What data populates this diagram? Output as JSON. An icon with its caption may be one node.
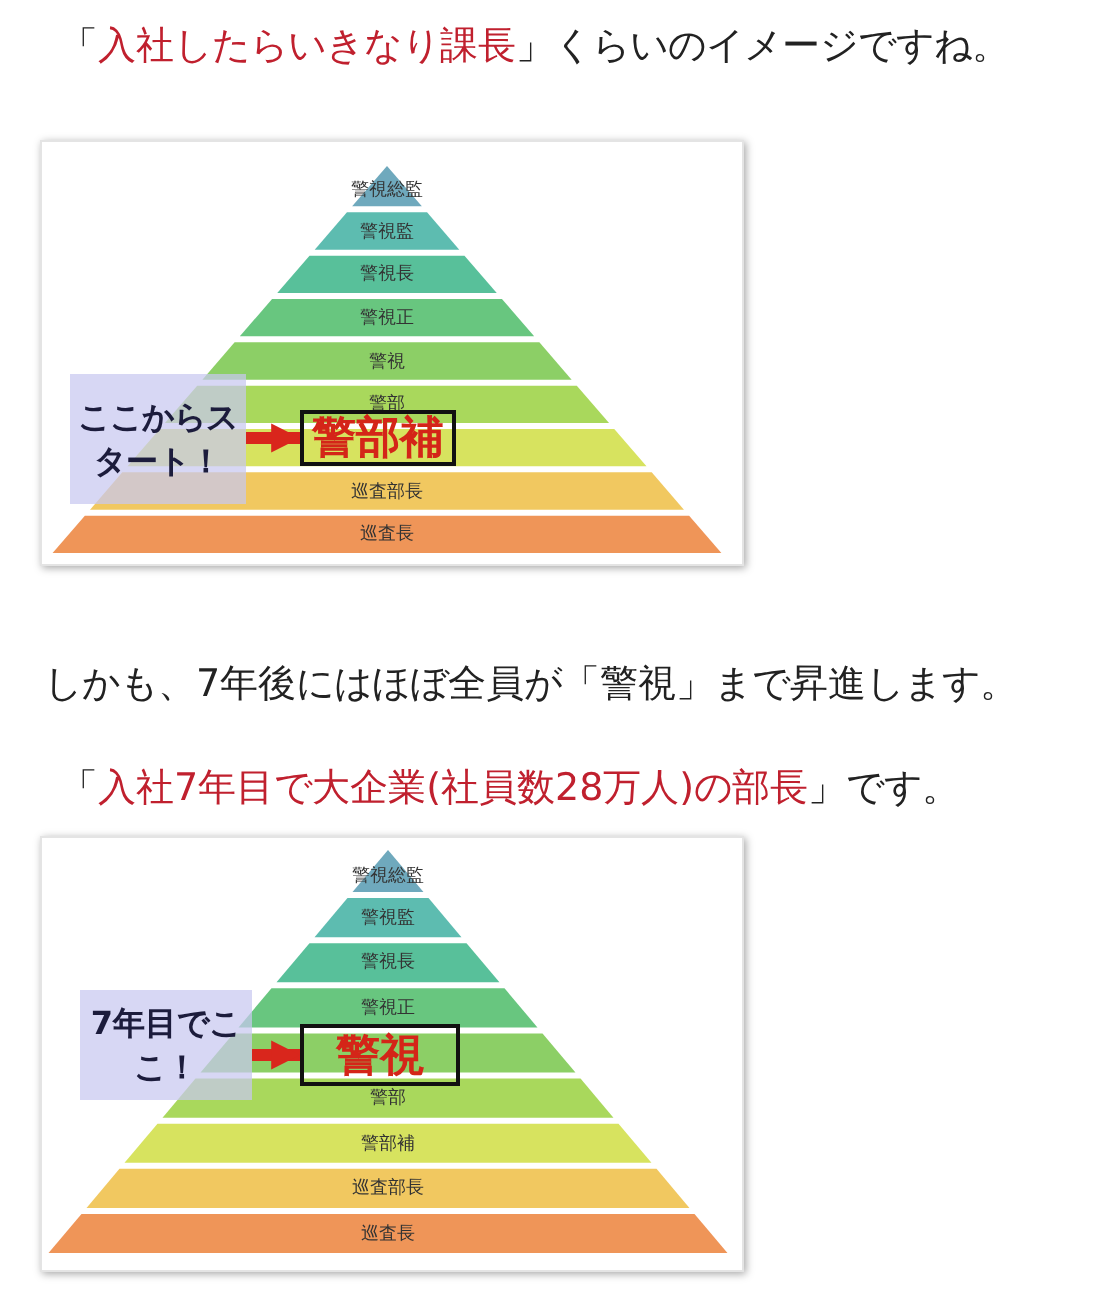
{
  "diagram": {
    "nodes": [
      {
        "text": [
          "ここからスタート！"
        ]
      },
      {
        "text": [
          "警部補"
        ]
      },
      {
        "text": [
          "7年目でここ！"
        ]
      },
      {
        "text": [
          "警視"
        ]
      }
    ],
    "edges": [
      {
        "from": 0,
        "to": 1,
        "arrow": "to"
      },
      {
        "from": 2,
        "to": 3,
        "arrow": "to"
      }
    ],
    "labels": [
      "「",
      "入社したらいきなり課長",
      "」くらいのイメージですね。",
      "警視総監",
      "警視監",
      "警視長",
      "警視正",
      "警視",
      "警部",
      "巡査部長",
      "巡査長",
      "しかも、7年後にはほぼ全員が「警視」まで昇進します。",
      "「",
      "入社7年目で大企業(社員数28万人)の部長",
      "」です。",
      "警視総監",
      "警視監",
      "警視長",
      "警視正",
      "警部",
      "警部補",
      "巡査部長",
      "巡査長"
    ]
  }
}
